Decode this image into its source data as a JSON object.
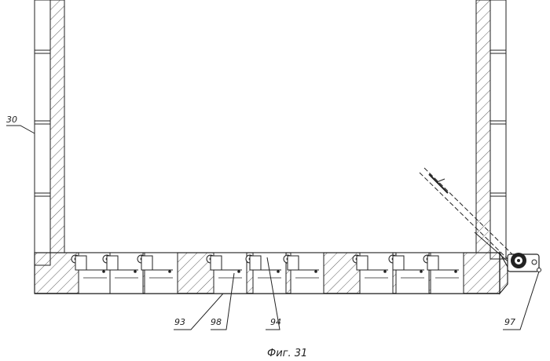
{
  "labels": {
    "wall": "30",
    "base": "93",
    "insert": "94",
    "pocket": "98",
    "drive": "97"
  },
  "caption": "Фиг. 31"
}
